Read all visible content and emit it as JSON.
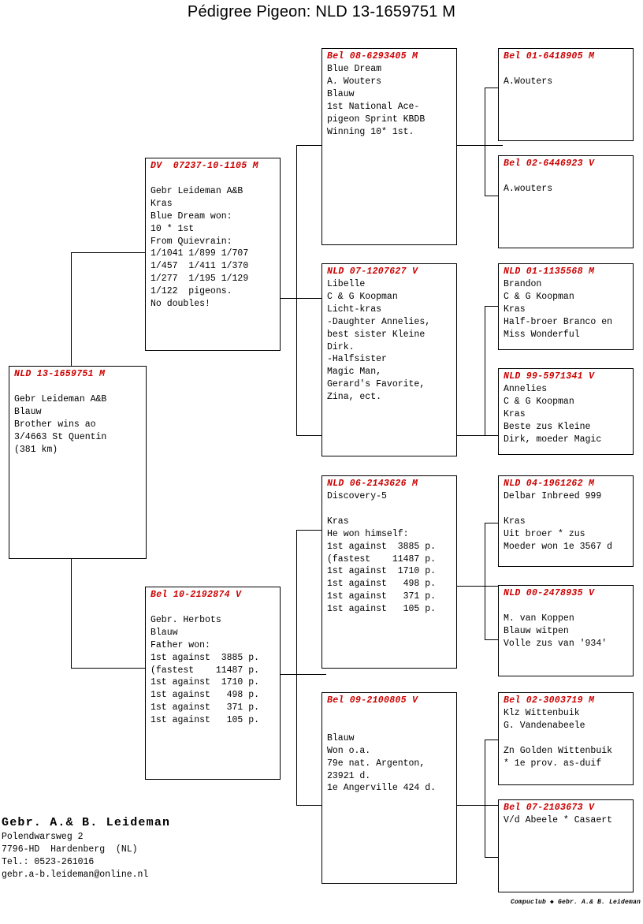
{
  "title": "Pédigree Pigeon: NLD 13-1659751 M",
  "colors": {
    "header_red": "#cc0000",
    "text_black": "#000000",
    "background": "#ffffff"
  },
  "boxes": {
    "subject": {
      "id": "NLD 13-1659751 M",
      "lines": "\nGebr Leideman A&B\nBlauw\nBrother wins ao\n3/4663 St Quentin\n(381 km)"
    },
    "father": {
      "id": "DV  07237-10-1105 M",
      "lines": "\nGebr Leideman A&B\nKras\nBlue Dream won:\n10 * 1st\nFrom Quievrain:\n1/1041 1/899 1/707\n1/457  1/411 1/370\n1/277  1/195 1/129\n1/122  pigeons.\nNo doubles!"
    },
    "mother": {
      "id": "Bel 10-2192874 V",
      "lines": "\nGebr. Herbots\nBlauw\nFather won:\n1st against  3885 p.\n(fastest    11487 p.\n1st against  1710 p.\n1st against   498 p.\n1st against   371 p.\n1st against   105 p."
    },
    "ff": {
      "id": "Bel 08-6293405 M",
      "lines": "Blue Dream\nA. Wouters\nBlauw\n1st National Ace-\npigeon Sprint KBDB\nWinning 10* 1st."
    },
    "fm": {
      "id": "NLD 07-1207627 V",
      "lines": "Libelle\nC & G Koopman\nLicht-kras\n-Daughter Annelies,\nbest sister Kleine\nDirk.\n-Halfsister\nMagic Man,\nGerard's Favorite,\nZina, ect."
    },
    "mf": {
      "id": "NLD 06-2143626 M",
      "lines": "Discovery-5\n\nKras\nHe won himself:\n1st against  3885 p.\n(fastest    11487 p.\n1st against  1710 p.\n1st against   498 p.\n1st against   371 p.\n1st against   105 p."
    },
    "mm": {
      "id": "Bel 09-2100805 V",
      "lines": "\n\nBlauw\nWon o.a.\n79e nat. Argenton,\n23921 d.\n1e Angerville 424 d."
    },
    "fff": {
      "id": "Bel 01-6418905 M",
      "lines": "\nA.Wouters"
    },
    "ffm": {
      "id": "Bel 02-6446923 V",
      "lines": "\nA.wouters"
    },
    "fmf": {
      "id": "NLD 01-1135568 M",
      "lines": "Brandon\nC & G Koopman\nKras\nHalf-broer Branco en\nMiss Wonderful"
    },
    "fmm": {
      "id": "NLD 99-5971341 V",
      "lines": "Annelies\nC & G Koopman\nKras\nBeste zus Kleine\nDirk, moeder Magic"
    },
    "mff": {
      "id": "NLD 04-1961262 M",
      "lines": "Delbar Inbreed 999\n\nKras\nUit broer * zus\nMoeder won 1e 3567 d"
    },
    "mfm": {
      "id": "NLD 00-2478935 V",
      "lines": "\nM. van Koppen\nBlauw witpen\nVolle zus van '934'"
    },
    "mmf": {
      "id": "Bel 02-3003719 M",
      "lines": "Klz Wittenbuik\nG. Vandenabeele\n\nZn Golden Wittenbuik\n* 1e prov. as-duif"
    },
    "mmm": {
      "id": "Bel 07-2103673 V",
      "lines": "V/d Abeele * Casaert"
    }
  },
  "footer": {
    "name": "Gebr. A.& B. Leideman",
    "address": "Polendwarsweg 2",
    "city": "7796-HD  Hardenberg  (NL)",
    "phone": "Tel.: 0523-261016",
    "email": "gebr.a-b.leideman@online.nl"
  },
  "credit": "Compuclub ◆ Gebr. A.& B. Leideman"
}
